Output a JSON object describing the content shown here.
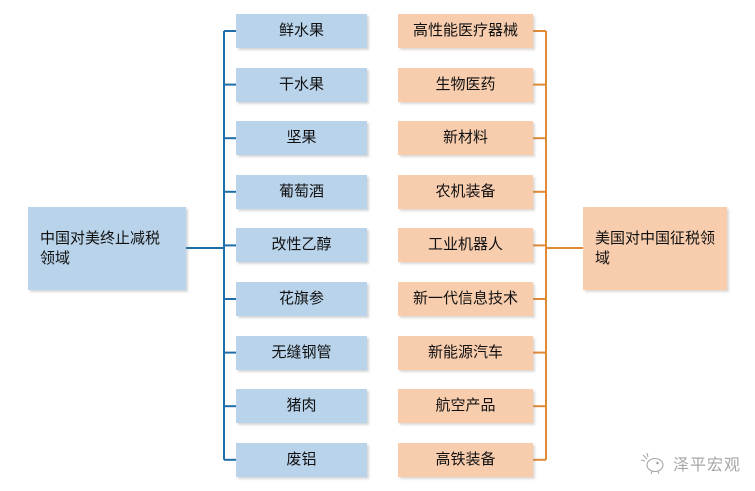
{
  "diagram": {
    "type": "two-sided-tree",
    "left_root": {
      "label": "中国对美终止减税领域",
      "color": "#b9d3ea"
    },
    "right_root": {
      "label": "美国对中国征税领域",
      "color": "#f7cdae"
    },
    "left_branch_color": "#1f6ea8",
    "right_branch_color": "#e08a35",
    "left_items": [
      {
        "label": "鲜水果"
      },
      {
        "label": "干水果"
      },
      {
        "label": "坚果"
      },
      {
        "label": "葡萄酒"
      },
      {
        "label": "改性乙醇"
      },
      {
        "label": "花旗参"
      },
      {
        "label": "无缝钢管"
      },
      {
        "label": "猪肉"
      },
      {
        "label": "废铝"
      }
    ],
    "right_items": [
      {
        "label": "高性能医疗器械"
      },
      {
        "label": "生物医药"
      },
      {
        "label": "新材料"
      },
      {
        "label": "农机装备"
      },
      {
        "label": "工业机器人"
      },
      {
        "label": "新一代信息技术"
      },
      {
        "label": "新能源汽车"
      },
      {
        "label": "航空产品"
      },
      {
        "label": "高铁装备"
      }
    ]
  },
  "watermark": {
    "text": "泽平宏观",
    "logo": "bird-logo"
  }
}
